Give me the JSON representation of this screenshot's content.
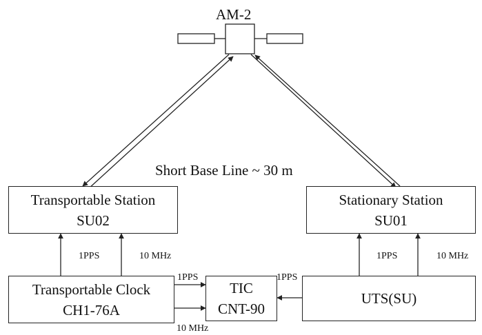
{
  "satellite": {
    "name": "AM-2"
  },
  "baseline": {
    "text": "Short Base Line ~ 30 m"
  },
  "transportable_station": {
    "line1": "Transportable Station",
    "line2": "SU02"
  },
  "stationary_station": {
    "line1": "Stationary Station",
    "line2": "SU01"
  },
  "transportable_clock": {
    "line1": "Transportable Clock",
    "line2": "CH1-76A"
  },
  "tic": {
    "line1": "TIC",
    "line2": "CNT-90"
  },
  "uts": {
    "line1": "UTS(SU)"
  },
  "signals": {
    "pps_left": "1PPS",
    "mhz_left": "10 MHz",
    "pps_right": "1PPS",
    "mhz_right": "10 MHz",
    "pps_clock_tic": "1PPS",
    "mhz_clock_tic": "10 MHz",
    "pps_uts_tic": "1PPS"
  }
}
